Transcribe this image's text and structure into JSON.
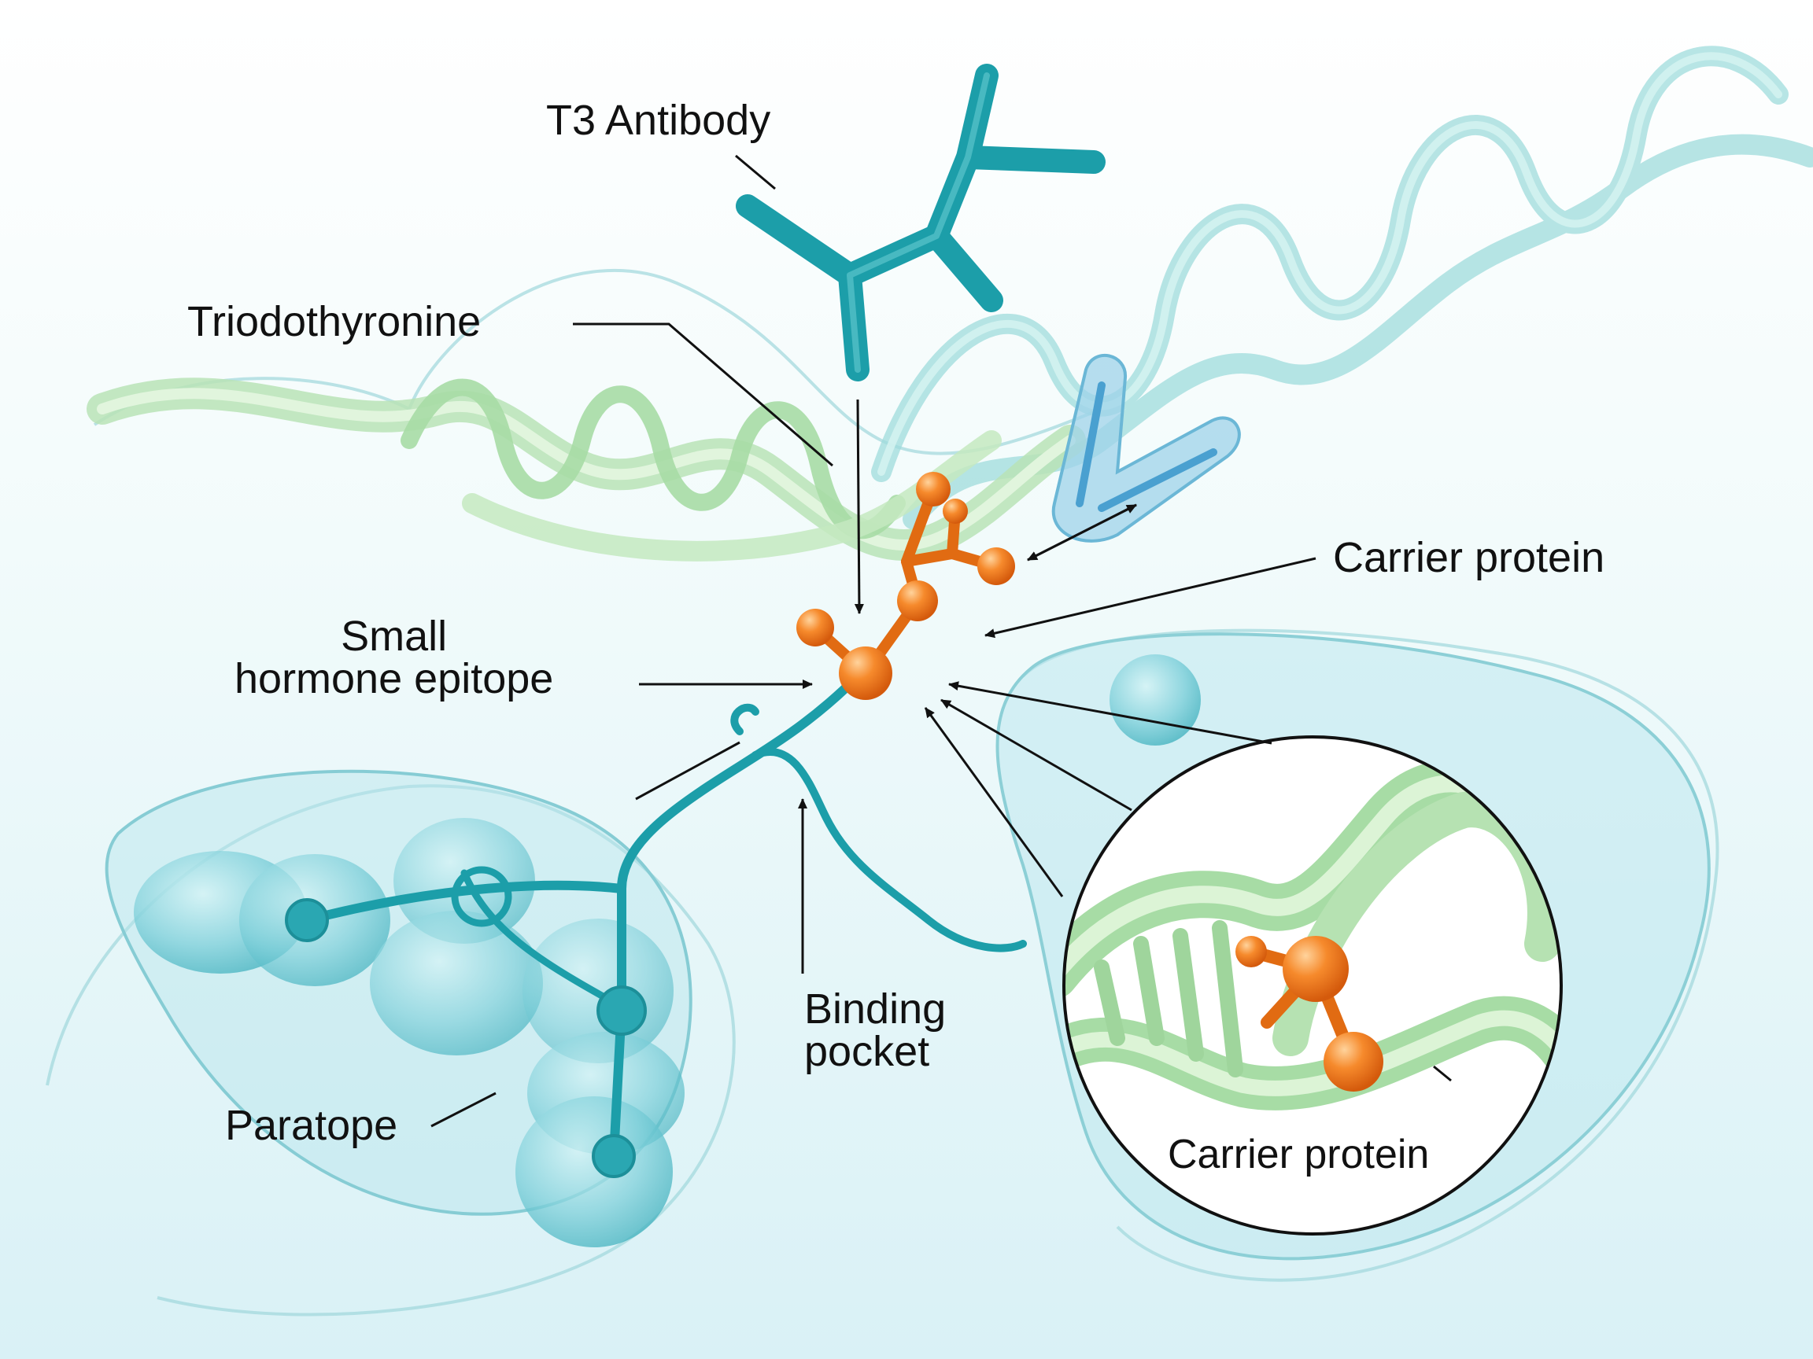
{
  "labels": {
    "antibody": "T3 Antibody",
    "hormone": "Triodothyronine",
    "epitope": "Small\nhormone epitope",
    "carrier": "Carrier protein",
    "binding_pocket": "Binding\npocket",
    "paratope": "Paratope",
    "inset_carrier": "Carrier protein"
  },
  "colors": {
    "antibody": "#1fa2ad",
    "helix_green": "#b8e5b4",
    "helix_cyan": "#a9e2e2",
    "hormone": "#f07b22",
    "blob": "#a8dfe6",
    "inset_border": "#111111",
    "pointer": "#111111"
  }
}
